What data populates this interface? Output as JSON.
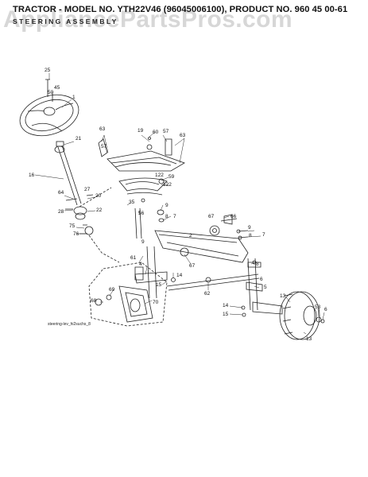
{
  "header": {
    "title": "TRACTOR - MODEL NO. YTH22V46 (96045006100), PRODUCT NO. 960 45 00-61",
    "subtitle": "STEERING ASSEMBLY"
  },
  "watermark": "AppliancePartsPros.com",
  "diagram_code": "steering-lev_hi2suchs_8",
  "parts": {
    "p1": "1",
    "p2": "2",
    "p4": "4",
    "p5": "5",
    "p6a": "6",
    "p6b": "6",
    "p7a": "7",
    "p7b": "7",
    "p8a": "8",
    "p8b": "8",
    "p8c": "8",
    "p9a": "9",
    "p9b": "9",
    "p9c": "9",
    "p13a": "13",
    "p13b": "13",
    "p14a": "14",
    "p14b": "14",
    "p15a": "15",
    "p15b": "15",
    "p16": "16",
    "p19": "19",
    "p20": "20",
    "p21": "21",
    "p22": "22",
    "p25": "25",
    "p27": "27",
    "p28": "28",
    "p35": "35",
    "p45": "45",
    "p50": "50",
    "p53": "53",
    "p56": "56",
    "p57a": "57",
    "p57b": "57",
    "p59": "59",
    "p60": "60",
    "p61": "61",
    "p62": "62",
    "p63a": "63",
    "p63b": "63",
    "p64": "64",
    "p66": "66",
    "p67a": "67",
    "p67b": "67",
    "p68": "68",
    "p69": "69",
    "p70": "70",
    "p75": "75",
    "p76": "76",
    "p122a": "122",
    "p122b": "122"
  }
}
